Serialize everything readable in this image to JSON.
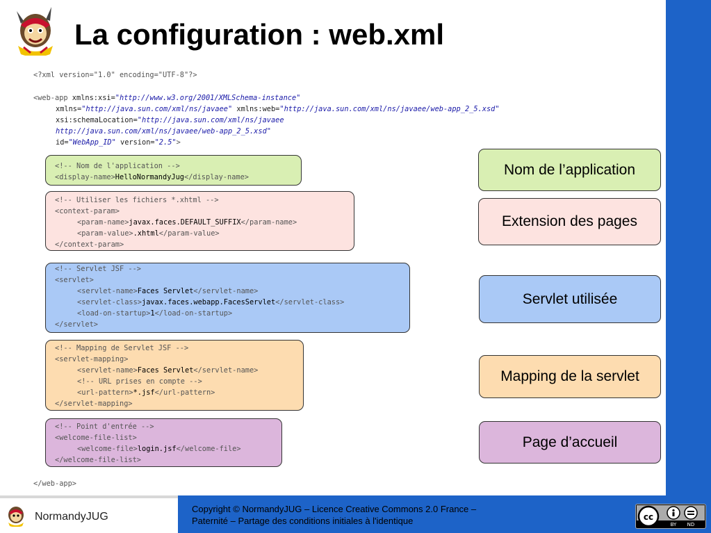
{
  "slide": {
    "title": "La configuration : web.xml"
  },
  "xml": {
    "decl": "<?xml version=\"1.0\" encoding=\"UTF-8\"?>",
    "webapp_open_tag": "<web-app ",
    "xmlns_xsi_attr": "xmlns:xsi=",
    "xmlns_xsi_val": "\"http://www.w3.org/2001/XMLSchema-instance\"",
    "xmlns_attr": "xmlns=",
    "xmlns_val": "\"http://java.sun.com/xml/ns/javaee\"",
    "xmlns_web_attr": " xmlns:web=",
    "xmlns_web_val": "\"http://java.sun.com/xml/ns/javaee/web-app_2_5.xsd\"",
    "schema_attr": "xsi:schemaLocation=",
    "schema_val1": "\"http://java.sun.com/xml/ns/javaee",
    "schema_val2": "http://java.sun.com/xml/ns/javaee/web-app_2_5.xsd\"",
    "id_attr": "id=",
    "id_val": "\"WebApp_ID\"",
    "version_attr": " version=",
    "version_val": "\"2.5\"",
    "close_bracket": ">",
    "webapp_close": "</web-app>"
  },
  "blocks": {
    "app_name": {
      "comment": "<!-- Nom de l'application -->",
      "open": "<display-name>",
      "value": "HelloNormandyJug",
      "close": "</display-name>"
    },
    "context": {
      "comment": "<!-- Utiliser les fichiers *.xhtml -->",
      "open": "<context-param>",
      "pn_open": "<param-name>",
      "pn_value": "javax.faces.DEFAULT_SUFFIX",
      "pn_close": "</param-name>",
      "pv_open": "<param-value>",
      "pv_value": ".xhtml",
      "pv_close": "</param-value>",
      "close": "</context-param>"
    },
    "servlet": {
      "comment": "<!-- Servlet JSF -->",
      "open": "<servlet>",
      "sn_open": "<servlet-name>",
      "sn_value": "Faces Servlet",
      "sn_close": "</servlet-name>",
      "sc_open": "<servlet-class>",
      "sc_value": "javax.faces.webapp.FacesServlet",
      "sc_close": "</servlet-class>",
      "ls_open": "<load-on-startup>",
      "ls_value": "1",
      "ls_close": "</load-on-startup>",
      "close": "</servlet>"
    },
    "mapping": {
      "comment": "<!-- Mapping de Servlet JSF -->",
      "open": "<servlet-mapping>",
      "sn_open": "<servlet-name>",
      "sn_value": "Faces Servlet",
      "sn_close": "</servlet-name>",
      "comment2": "<!-- URL prises en compte -->",
      "up_open": "<url-pattern>",
      "up_value": "*.jsf",
      "up_close": "</url-pattern>",
      "close": "</servlet-mapping>"
    },
    "welcome": {
      "comment": "<!-- Point d'entrée -->",
      "open": "<welcome-file-list>",
      "wf_open": "<welcome-file>",
      "wf_value": "login.jsf",
      "wf_close": "</welcome-file>",
      "close": "</welcome-file-list>"
    }
  },
  "labels": {
    "app_name": "Nom de l’application",
    "extension": "Extension des pages",
    "servlet": "Servlet utilisée",
    "mapping": "Mapping de la servlet",
    "welcome": "Page d’accueil"
  },
  "footer": {
    "org": "NormandyJUG",
    "copyright_line1": "Copyright © NormandyJUG – Licence Creative Commons 2.0 France –",
    "copyright_line2": "Paternité – Partage des conditions initiales à l'identique",
    "cc_by": "BY",
    "cc_nd": "ND"
  },
  "colors": {
    "accent_blue": "#1d63c8",
    "green": "#d9efb3",
    "pink": "#fde3e0",
    "blue": "#aac9f6",
    "orange": "#fddcb0",
    "purple": "#dcb6dc"
  }
}
